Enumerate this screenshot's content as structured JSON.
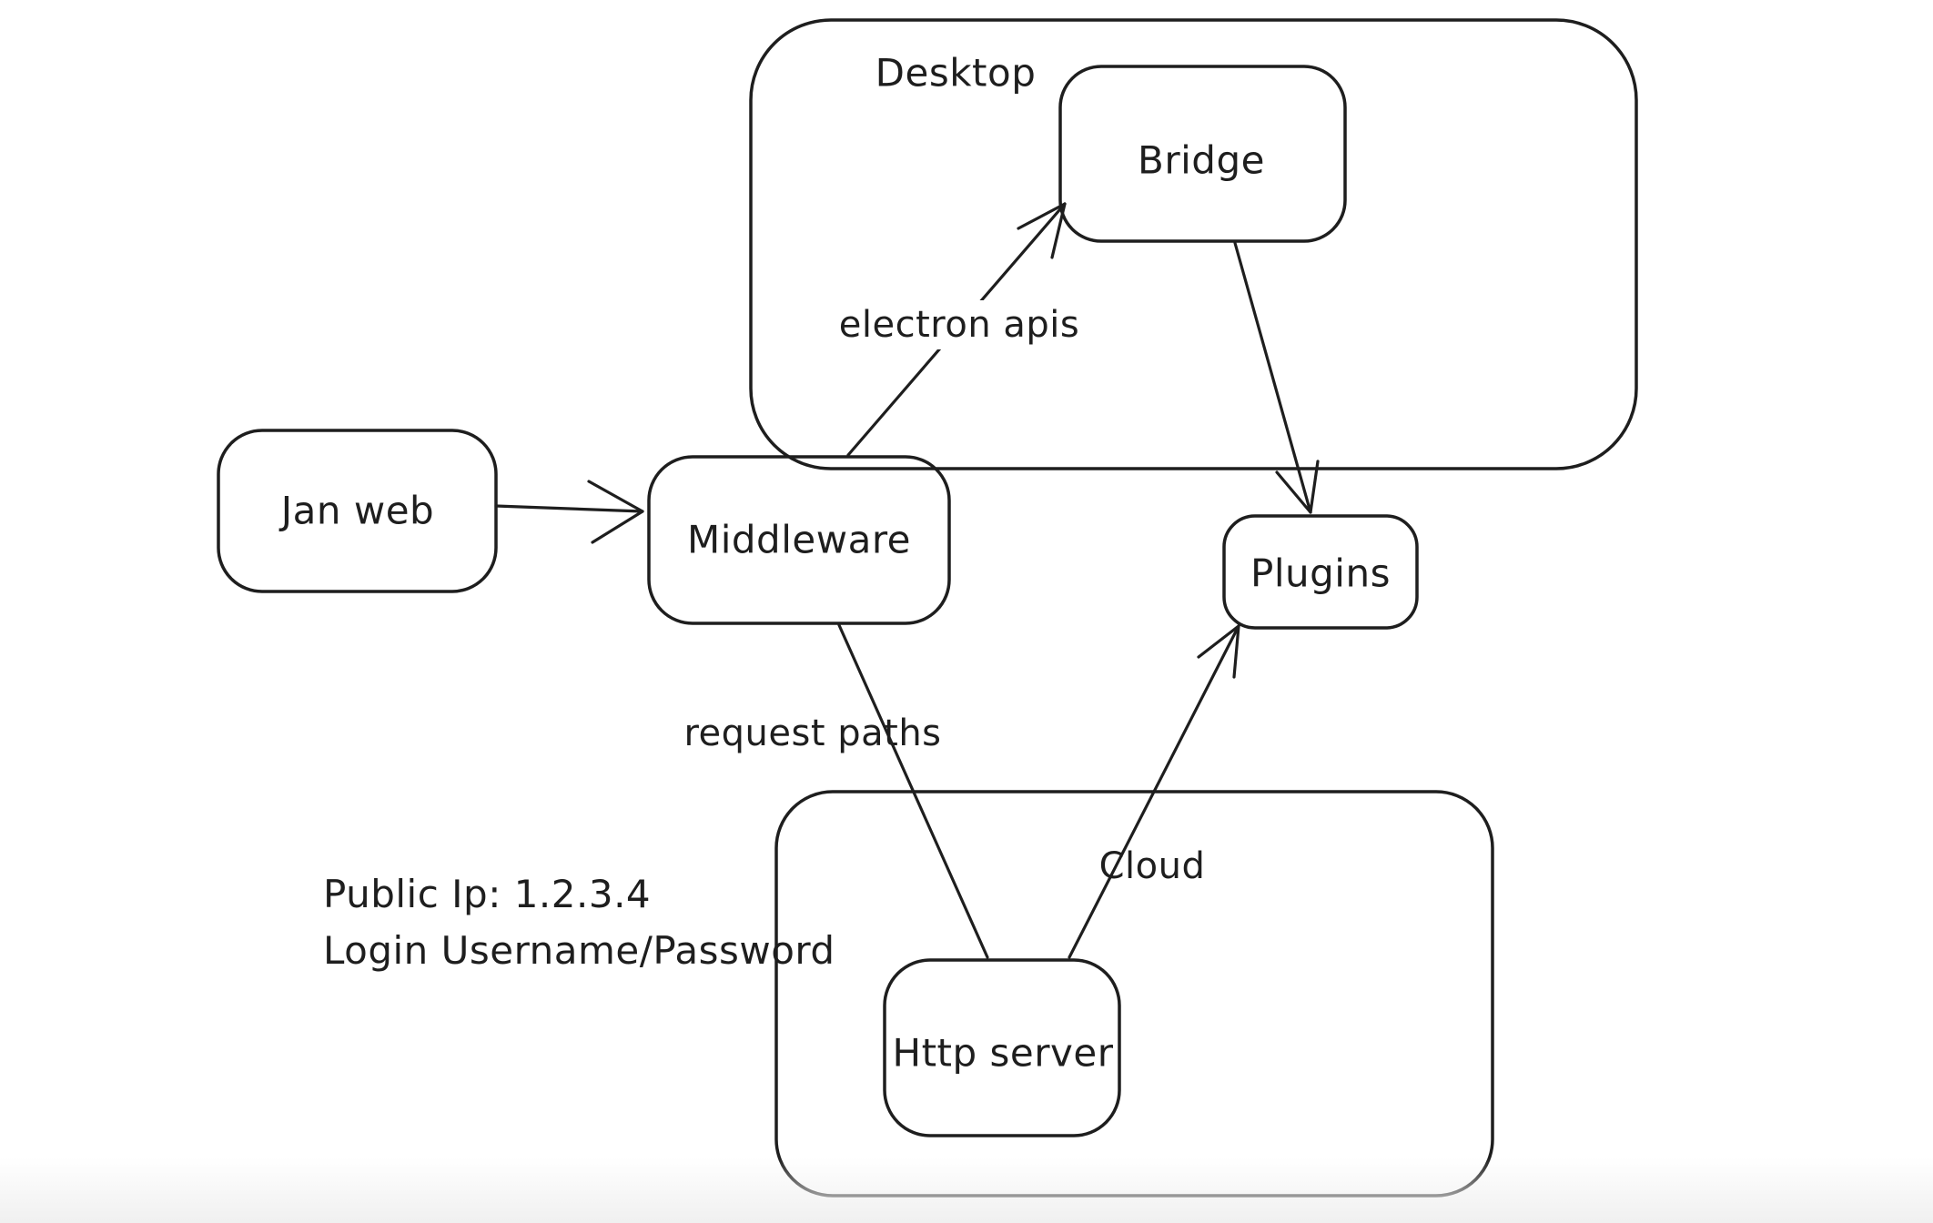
{
  "canvas": {
    "background": "#ffffff",
    "stroke_color": "#1e1e1e",
    "bottom_fade_color": "#f0f0f0"
  },
  "diagram": {
    "containers": [
      {
        "id": "desktop",
        "label": "Desktop"
      },
      {
        "id": "cloud",
        "label": "Cloud"
      }
    ],
    "nodes": [
      {
        "id": "jan-web",
        "label": "Jan web"
      },
      {
        "id": "middleware",
        "label": "Middleware"
      },
      {
        "id": "bridge",
        "label": "Bridge"
      },
      {
        "id": "plugins",
        "label": "Plugins"
      },
      {
        "id": "http-server",
        "label": "Http server"
      }
    ],
    "edges": [
      {
        "from": "jan-web",
        "to": "middleware",
        "label": "",
        "arrowhead": "open"
      },
      {
        "from": "middleware",
        "to": "bridge",
        "label": "electron apis",
        "arrowhead": "open"
      },
      {
        "from": "bridge",
        "to": "plugins",
        "label": "",
        "arrowhead": "open"
      },
      {
        "from": "middleware",
        "to": "http-server",
        "label": "request paths",
        "arrowhead": "none"
      },
      {
        "from": "http-server",
        "to": "plugins",
        "label": "",
        "arrowhead": "open"
      }
    ],
    "annotations": [
      {
        "id": "cloud-access-note",
        "lines": [
          "Public Ip: 1.2.3.4",
          "Login Username/Password"
        ]
      }
    ]
  }
}
